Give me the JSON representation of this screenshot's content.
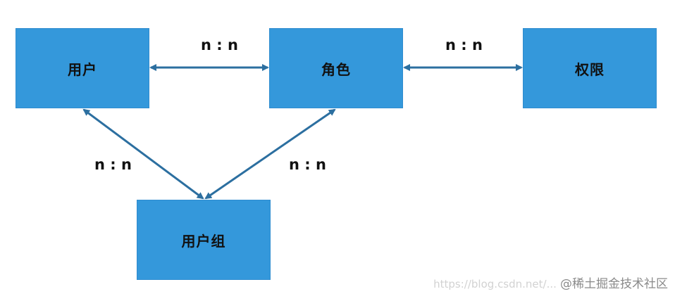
{
  "entities": {
    "user": "用户",
    "role": "角色",
    "permission": "权限",
    "user_group": "用户组"
  },
  "relations": {
    "user_role": "n : n",
    "role_permission": "n : n",
    "user_group_user": "n : n",
    "user_group_role": "n : n"
  },
  "watermark": {
    "url": "https://blog.csdn.net/...",
    "brand": "@稀土掘金技术社区"
  },
  "colors": {
    "box_fill": "#3498db",
    "arrow": "#2c6fa0"
  }
}
